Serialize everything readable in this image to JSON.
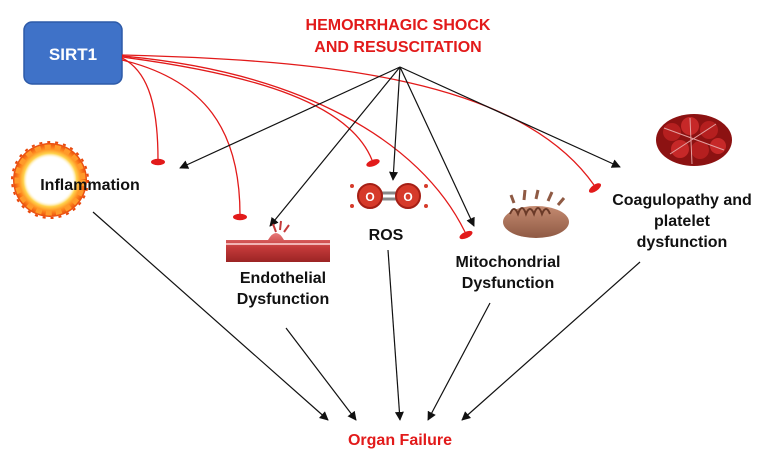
{
  "sirt1": {
    "label": "SIRT1",
    "color": "#3f72c8"
  },
  "shock": {
    "line1": "HEMORRHAGIC SHOCK",
    "line2": "AND RESUSCITATION",
    "color": "#e21a1a"
  },
  "nodes": {
    "inflammation": {
      "label": "Inflammation",
      "icon": "fire-ring-icon"
    },
    "endothelial": {
      "line1": "Endothelial",
      "line2": "Dysfunction",
      "icon": "blood-vessel-icon"
    },
    "ros": {
      "label": "ROS",
      "icon": "oxygen-molecule-icon"
    },
    "mitochondrial": {
      "line1": "Mitochondrial",
      "line2": "Dysfunction",
      "icon": "mitochondrion-icon"
    },
    "coagulopathy": {
      "line1": "Coagulopathy and",
      "line2": "platelet",
      "line3": "dysfunction",
      "icon": "blood-clot-icon"
    }
  },
  "outcome": {
    "label": "Organ Failure",
    "color": "#e21a1a"
  },
  "colors": {
    "inhibit": "#e21a1a",
    "arrow": "#111111"
  }
}
